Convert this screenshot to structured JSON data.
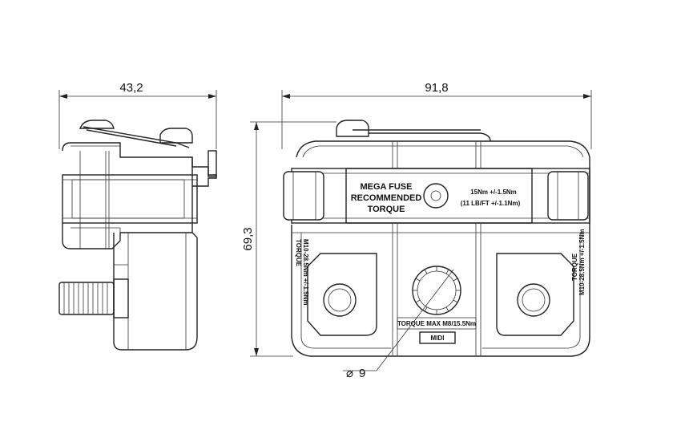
{
  "dimensions": {
    "side_width": "43,2",
    "front_width": "91,8",
    "height": "69,3",
    "hole_diameter": "9",
    "diameter_symbol": "⌀"
  },
  "label_center": {
    "line1": "MEGA FUSE",
    "line2": "RECOMMENDED",
    "line3": "TORQUE"
  },
  "label_torque": {
    "line1": "15Nm +/-1.5Nm",
    "line2": "(11 LB/FT +/-1.1Nm)"
  },
  "side_torque_left": {
    "line1": "TORQUE",
    "line2": "M10-28.5Nm +/-1.5Nm"
  },
  "side_torque_right": {
    "line1": "TORQUE",
    "line2": "M10-28.5Nm +/-1.5Nm"
  },
  "bottom_torque": "TORQUE MAX M8/15.5Nm",
  "brand_logo": "MIDI"
}
